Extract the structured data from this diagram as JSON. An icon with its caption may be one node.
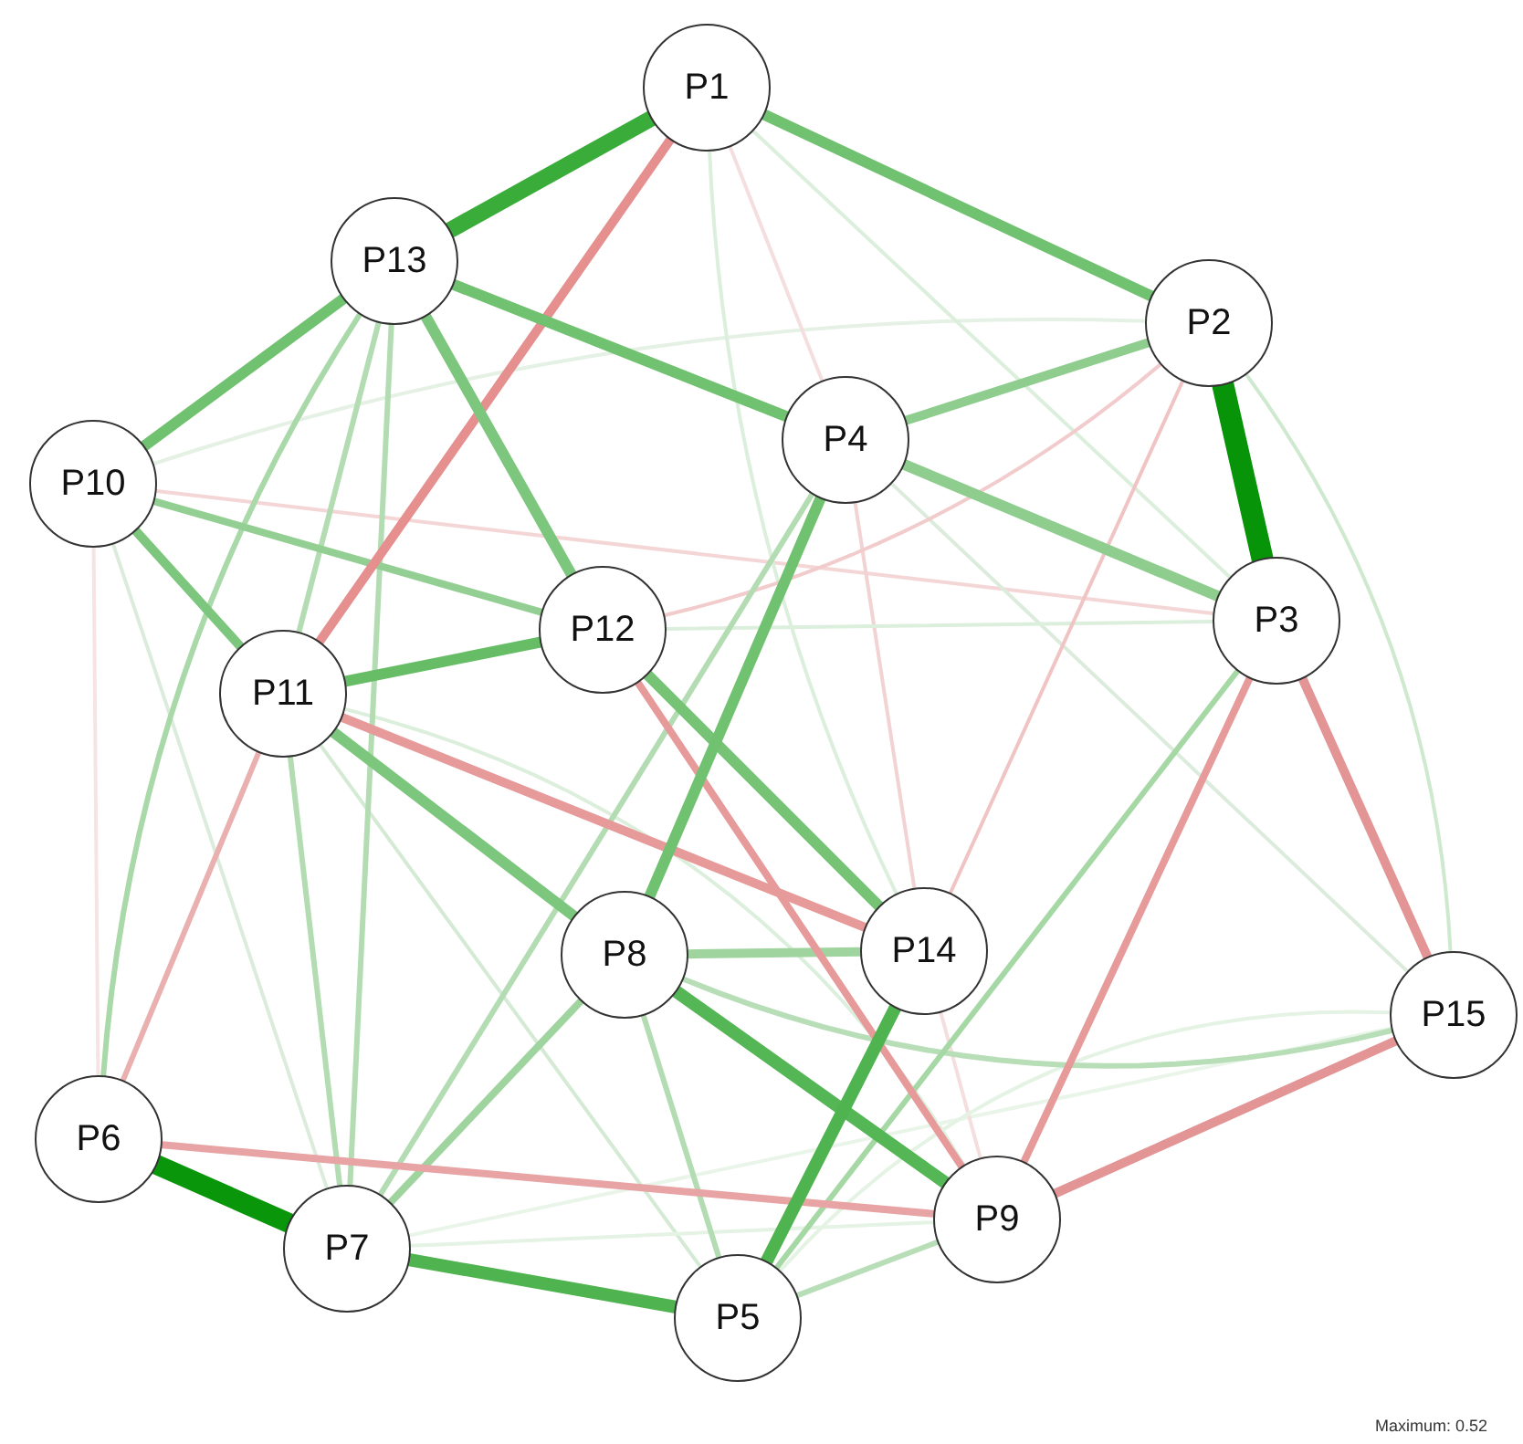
{
  "diagram": {
    "nodes": [
      {
        "text": [
          "P1"
        ]
      },
      {
        "text": [
          "P13"
        ]
      },
      {
        "text": [
          "P2"
        ]
      },
      {
        "text": [
          "P10"
        ]
      },
      {
        "text": [
          "P4"
        ]
      },
      {
        "text": [
          "P12"
        ]
      },
      {
        "text": [
          "P3"
        ]
      },
      {
        "text": [
          "P11"
        ]
      },
      {
        "text": [
          "P8"
        ]
      },
      {
        "text": [
          "P14"
        ]
      },
      {
        "text": [
          "P15"
        ]
      },
      {
        "text": [
          "P6"
        ]
      },
      {
        "text": [
          "P7"
        ]
      },
      {
        "text": [
          "P9"
        ]
      },
      {
        "text": [
          "P5"
        ]
      }
    ],
    "edges": [
      {
        "from": 3,
        "to": 2,
        "arrow": "none",
        "color": "#e4f1e4"
      },
      {
        "from": 3,
        "to": 6,
        "arrow": "none",
        "color": "#f4d6d6"
      },
      {
        "from": 3,
        "to": 11,
        "arrow": "none",
        "color": "#f6e4e4"
      },
      {
        "from": 3,
        "to": 12,
        "arrow": "none",
        "color": "#dcecdc"
      },
      {
        "from": 0,
        "to": 4,
        "arrow": "none",
        "color": "#f4dede"
      },
      {
        "from": 0,
        "to": 9,
        "arrow": "none",
        "color": "#dcefdc"
      },
      {
        "from": 0,
        "to": 6,
        "arrow": "none",
        "color": "#dcefdc"
      },
      {
        "from": 4,
        "to": 9,
        "arrow": "none",
        "color": "#f2d2d2"
      },
      {
        "from": 4,
        "to": 10,
        "arrow": "none",
        "color": "#dcecdc"
      },
      {
        "from": 5,
        "to": 2,
        "arrow": "none",
        "color": "#f2cccc"
      },
      {
        "from": 5,
        "to": 6,
        "arrow": "none",
        "color": "#dcefdc"
      },
      {
        "from": 2,
        "to": 9,
        "arrow": "none",
        "color": "#f0c4c4"
      },
      {
        "from": 2,
        "to": 10,
        "arrow": "none",
        "color": "#cfe9cf"
      },
      {
        "from": 7,
        "to": 13,
        "arrow": "none",
        "color": "#dcefdc"
      },
      {
        "from": 7,
        "to": 14,
        "arrow": "none",
        "color": "#d4ead4"
      },
      {
        "from": 12,
        "to": 13,
        "arrow": "none",
        "color": "#e4f3e4"
      },
      {
        "from": 12,
        "to": 10,
        "arrow": "none",
        "color": "#eaf5ea"
      },
      {
        "from": 9,
        "to": 13,
        "arrow": "none",
        "color": "#f4dede"
      },
      {
        "from": 14,
        "to": 10,
        "arrow": "none",
        "color": "#e4f3e4"
      },
      {
        "from": 1,
        "to": 11,
        "arrow": "none",
        "color": "#a9d8a9"
      },
      {
        "from": 1,
        "to": 7,
        "arrow": "none",
        "color": "#b3dcb3"
      },
      {
        "from": 1,
        "to": 12,
        "arrow": "none",
        "color": "#b3dcb3"
      },
      {
        "from": 7,
        "to": 11,
        "arrow": "none",
        "color": "#eab0b0"
      },
      {
        "from": 7,
        "to": 12,
        "arrow": "none",
        "color": "#b3dcb3"
      },
      {
        "from": 4,
        "to": 12,
        "arrow": "none",
        "color": "#b3dcb3"
      },
      {
        "from": 8,
        "to": 14,
        "arrow": "none",
        "color": "#b3dcb3"
      },
      {
        "from": 8,
        "to": 10,
        "arrow": "none",
        "color": "#b8deb8"
      },
      {
        "from": 13,
        "to": 14,
        "arrow": "none",
        "color": "#b8deb8"
      },
      {
        "from": 6,
        "to": 14,
        "arrow": "none",
        "color": "#a6d8a6"
      },
      {
        "from": 12,
        "to": 8,
        "arrow": "none",
        "color": "#9fd49f"
      },
      {
        "from": 8,
        "to": 9,
        "arrow": "none",
        "color": "#9fd49f"
      },
      {
        "from": 3,
        "to": 5,
        "arrow": "none",
        "color": "#93cf93"
      },
      {
        "from": 6,
        "to": 13,
        "arrow": "none",
        "color": "#e69a9a"
      },
      {
        "from": 5,
        "to": 13,
        "arrow": "none",
        "color": "#e69a9a"
      },
      {
        "from": 7,
        "to": 9,
        "arrow": "none",
        "color": "#e69a9a"
      },
      {
        "from": 11,
        "to": 13,
        "arrow": "none",
        "color": "#e8a4a4"
      },
      {
        "from": 6,
        "to": 10,
        "arrow": "none",
        "color": "#e39494"
      },
      {
        "from": 13,
        "to": 10,
        "arrow": "none",
        "color": "#e39494"
      },
      {
        "from": 0,
        "to": 7,
        "arrow": "none",
        "color": "#e58f8f"
      },
      {
        "from": 4,
        "to": 2,
        "arrow": "none",
        "color": "#8fcd8f"
      },
      {
        "from": 4,
        "to": 6,
        "arrow": "none",
        "color": "#8fcd8f",
        "style": "thick"
      },
      {
        "from": 3,
        "to": 7,
        "arrow": "none",
        "color": "#7dc67d"
      },
      {
        "from": 5,
        "to": 9,
        "arrow": "none",
        "color": "#76c376",
        "style": "thick"
      },
      {
        "from": 7,
        "to": 8,
        "arrow": "none",
        "color": "#7dc67d",
        "style": "thick"
      },
      {
        "from": 1,
        "to": 5,
        "arrow": "none",
        "color": "#7dc67d",
        "style": "thick"
      },
      {
        "from": 4,
        "to": 8,
        "arrow": "none",
        "color": "#70c170",
        "style": "thick"
      },
      {
        "from": 0,
        "to": 2,
        "arrow": "none",
        "color": "#70c170",
        "style": "thick"
      },
      {
        "from": 1,
        "to": 3,
        "arrow": "none",
        "color": "#70c170",
        "style": "thick"
      },
      {
        "from": 1,
        "to": 4,
        "arrow": "none",
        "color": "#70c170",
        "style": "thick"
      },
      {
        "from": 5,
        "to": 7,
        "arrow": "none",
        "color": "#66bd66",
        "style": "thick"
      },
      {
        "from": 8,
        "to": 13,
        "arrow": "none",
        "color": "#55b655",
        "style": "thick"
      },
      {
        "from": 9,
        "to": 14,
        "arrow": "none",
        "color": "#4fb44f",
        "style": "thick"
      },
      {
        "from": 12,
        "to": 14,
        "arrow": "none",
        "color": "#4fb44f",
        "style": "thick"
      },
      {
        "from": 0,
        "to": 1,
        "arrow": "none",
        "color": "#3aac3a",
        "style": "thick"
      },
      {
        "from": 11,
        "to": 12,
        "arrow": "none",
        "color": "#0a960a",
        "style": "thick"
      },
      {
        "from": 2,
        "to": 6,
        "arrow": "none",
        "color": "#089408",
        "style": "thick"
      }
    ],
    "labels": [
      "Maximum: 0.52"
    ]
  }
}
